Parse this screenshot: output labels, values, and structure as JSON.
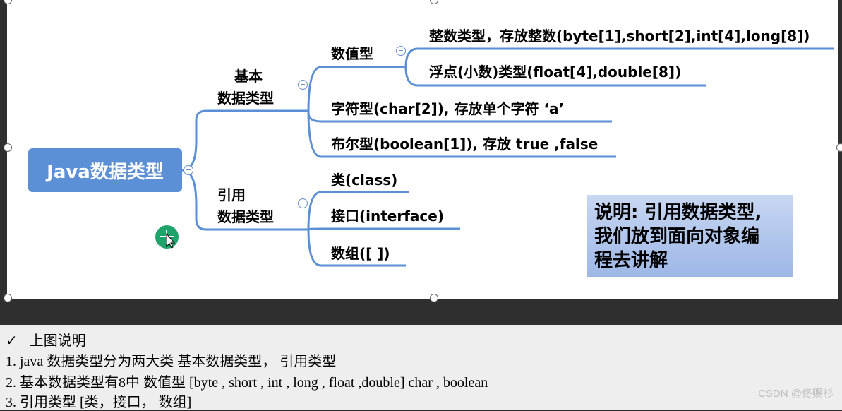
{
  "diagram": {
    "root": "Java数据类型",
    "primitive": {
      "label_line1": "基本",
      "label_line2": "数据类型",
      "numeric": {
        "label": "数值型",
        "integer": "整数类型，存放整数(byte[1],short[2],int[4],long[8])",
        "float": "浮点(小数)类型(float[4],double[8])"
      },
      "char": "字符型(char[2]), 存放单个字符  ‘a’",
      "boolean": "布尔型(boolean[1]), 存放 true ,false"
    },
    "reference": {
      "label_line1": "引用",
      "label_line2": "数据类型",
      "class": "类(class)",
      "interface": "接口(interface)",
      "array": "数组([ ])"
    },
    "note": {
      "line1": "说明: 引用数据类型,",
      "line2": "我们放到面向对象编",
      "line3": "程去讲解"
    }
  },
  "explanation": {
    "header": "上图说明",
    "check_icon": "✓",
    "lines": [
      "1. java 数据类型分为两大类 基本数据类型， 引用类型",
      "2. 基本数据类型有8中  数值型 [byte , short , int , long , float ,double] char , boolean",
      "3. 引用类型 [类，接口， 数组]"
    ]
  },
  "watermark": "CSDN @佟赐杉",
  "colors": {
    "root_box": "#5b8fd6",
    "connector": "#5b8fd6",
    "note_box": "#b3c8ee"
  }
}
